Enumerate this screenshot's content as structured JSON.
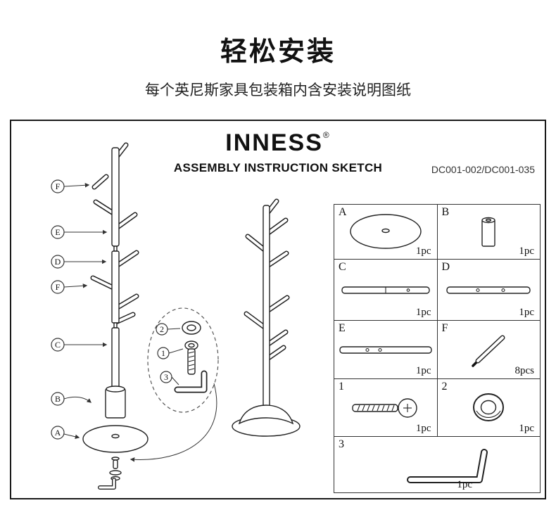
{
  "page": {
    "title": "轻松安装",
    "subtitle": "每个英尼斯家具包装箱内含安装说明图纸"
  },
  "sketch": {
    "brand": "INNESS",
    "reg_mark": "®",
    "heading": "ASSEMBLY INSTRUCTION SKETCH",
    "model_code": "DC001-002/DC001-035",
    "callouts": [
      "F",
      "E",
      "D",
      "F",
      "C",
      "B",
      "A"
    ],
    "hardware_callouts": [
      "2",
      "1",
      "3"
    ],
    "parts": [
      {
        "id": "A",
        "icon": "round-base-disc",
        "qty": "1pc"
      },
      {
        "id": "B",
        "icon": "connector-tube",
        "qty": "1pc"
      },
      {
        "id": "C",
        "icon": "pole-section",
        "qty": "1pc"
      },
      {
        "id": "D",
        "icon": "pole-section-with-screws",
        "qty": "1pc"
      },
      {
        "id": "E",
        "icon": "pole-section-with-screws",
        "qty": "1pc"
      },
      {
        "id": "F",
        "icon": "hook-peg",
        "qty": "8pcs"
      },
      {
        "id": "1",
        "icon": "bolt-screw",
        "qty": "1pc"
      },
      {
        "id": "2",
        "icon": "washer-ring",
        "qty": "1pc"
      },
      {
        "id": "3",
        "icon": "allen-key",
        "qty": "1pc"
      }
    ]
  }
}
